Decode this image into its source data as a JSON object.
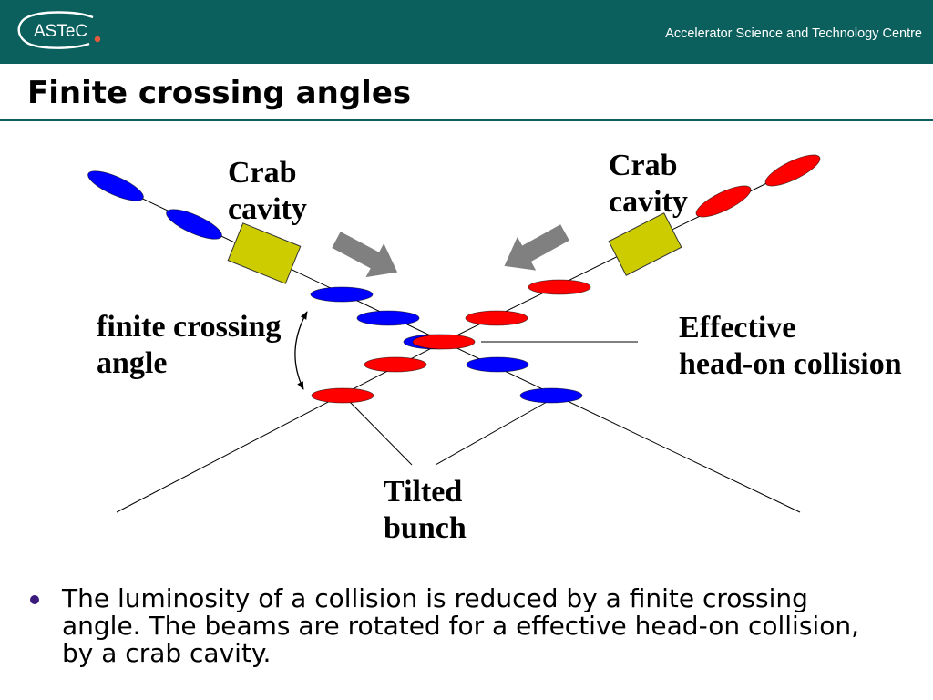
{
  "colors": {
    "header_bg": "#0b605e",
    "accent_line": "#0b605e",
    "beam_blue": "#0000ff",
    "beam_red": "#ff0000",
    "crab_cavity": "#cccc00",
    "arrow": "#808080",
    "bullet": "#3a1a7a",
    "logo_dot": "#e85a3c"
  },
  "header": {
    "logo_text": "ASTeC",
    "organization": "Accelerator Science and Technology Centre"
  },
  "slide": {
    "title": "Finite crossing angles",
    "bullets": [
      "The luminosity of a collision is reduced by a finite crossing angle. The beams are rotated for a effective head-on collision, by a crab cavity."
    ]
  },
  "diagram": {
    "labels": {
      "crab_cavity_left": [
        "Crab",
        "cavity"
      ],
      "crab_cavity_right": [
        "Crab",
        "cavity"
      ],
      "finite_crossing_angle": [
        "finite crossing",
        "angle"
      ],
      "effective_head_on": [
        "Effective",
        "head-on collision"
      ],
      "tilted_bunch": [
        "Tilted",
        "bunch"
      ]
    }
  }
}
